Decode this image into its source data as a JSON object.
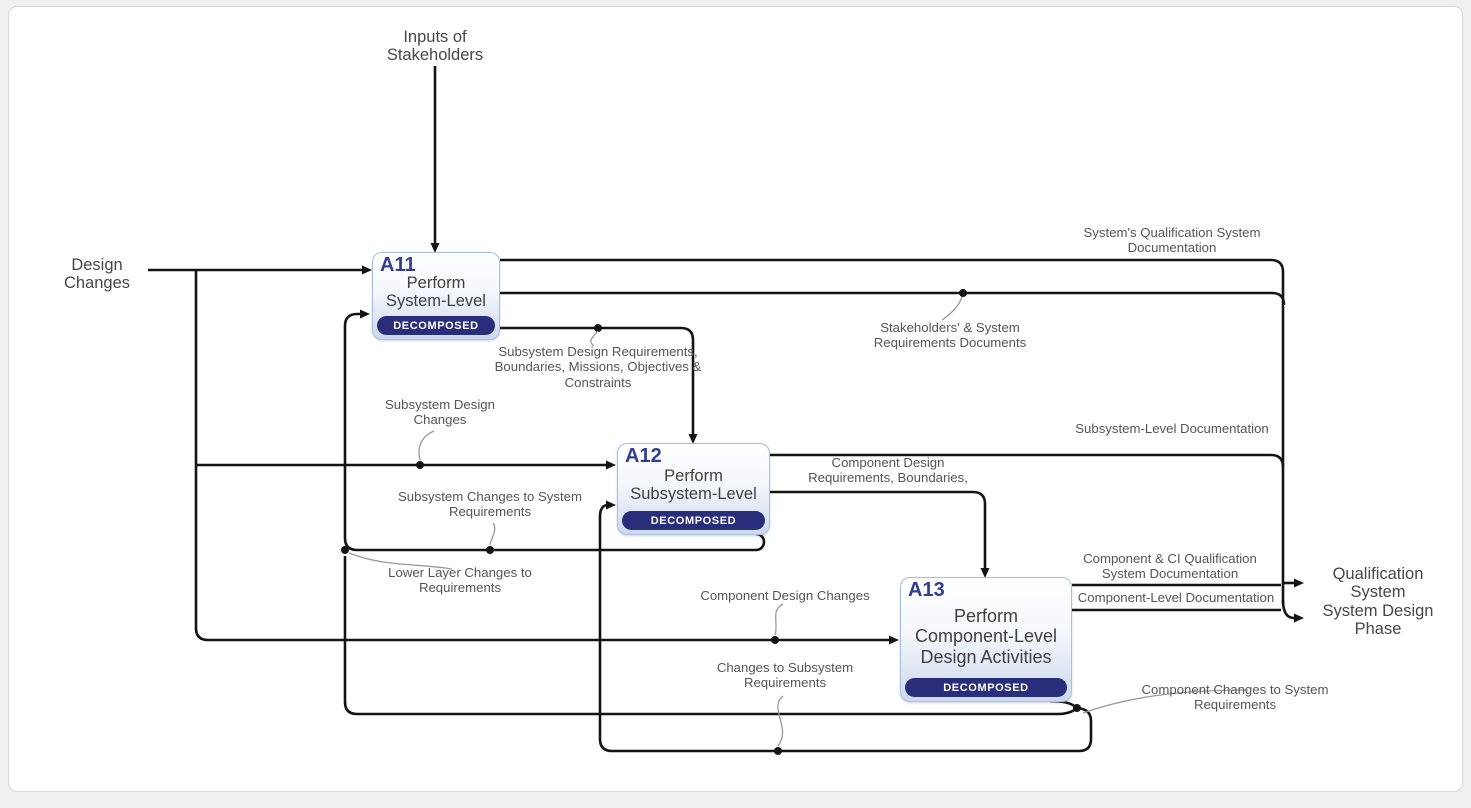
{
  "diagram_type": "IDEF0 activity decomposition",
  "activities": [
    {
      "id": "A11",
      "title": "Perform System-Level",
      "badge": "DECOMPOSED"
    },
    {
      "id": "A12",
      "title": "Perform Subsystem-Level",
      "badge": "DECOMPOSED"
    },
    {
      "id": "A13",
      "title": "Perform Component-Level Design Activities",
      "badge": "DECOMPOSED"
    }
  ],
  "external_labels": {
    "inputs_of_stakeholders": "Inputs of Stakeholders",
    "design_changes": "Design Changes",
    "qualification_system": "Qualification System",
    "system_design_phase": "System Design Phase"
  },
  "flow_labels": {
    "systems_qualification_documentation": "System's Qualification System Documentation",
    "stakeholders_system_requirements": "Stakeholders' & System Requirements Documents",
    "subsystem_design_requirements": "Subsystem Design Requirements, Boundaries, Missions, Objectives & Constraints",
    "subsystem_design_changes": "Subsystem Design Changes",
    "subsystem_level_documentation": "Subsystem-Level Documentation",
    "subsystem_changes_to_system_requirements": "Subsystem Changes to System Requirements",
    "lower_layer_changes": "Lower Layer Changes to Requirements",
    "component_design_requirements": "Component Design Requirements, Boundaries,",
    "component_design_changes": "Component Design Changes",
    "component_ci_qualification": "Component & CI Qualification System Documentation",
    "component_level_documentation": "Component-Level Documentation",
    "changes_to_subsystem_requirements": "Changes to Subsystem Requirements",
    "component_changes_to_system_requirements": "Component Changes to System Requirements"
  },
  "colors": {
    "line": "#141414",
    "leader_line": "#9a9a9a",
    "box_border": "#a9c0dc",
    "box_fill_bottom": "#cdd9ec",
    "badge_background": "#2a2e7a",
    "badge_text": "#ffffff",
    "activity_id_text": "#333d96",
    "label_text": "#555555",
    "canvas_border": "#d6d6d6"
  }
}
